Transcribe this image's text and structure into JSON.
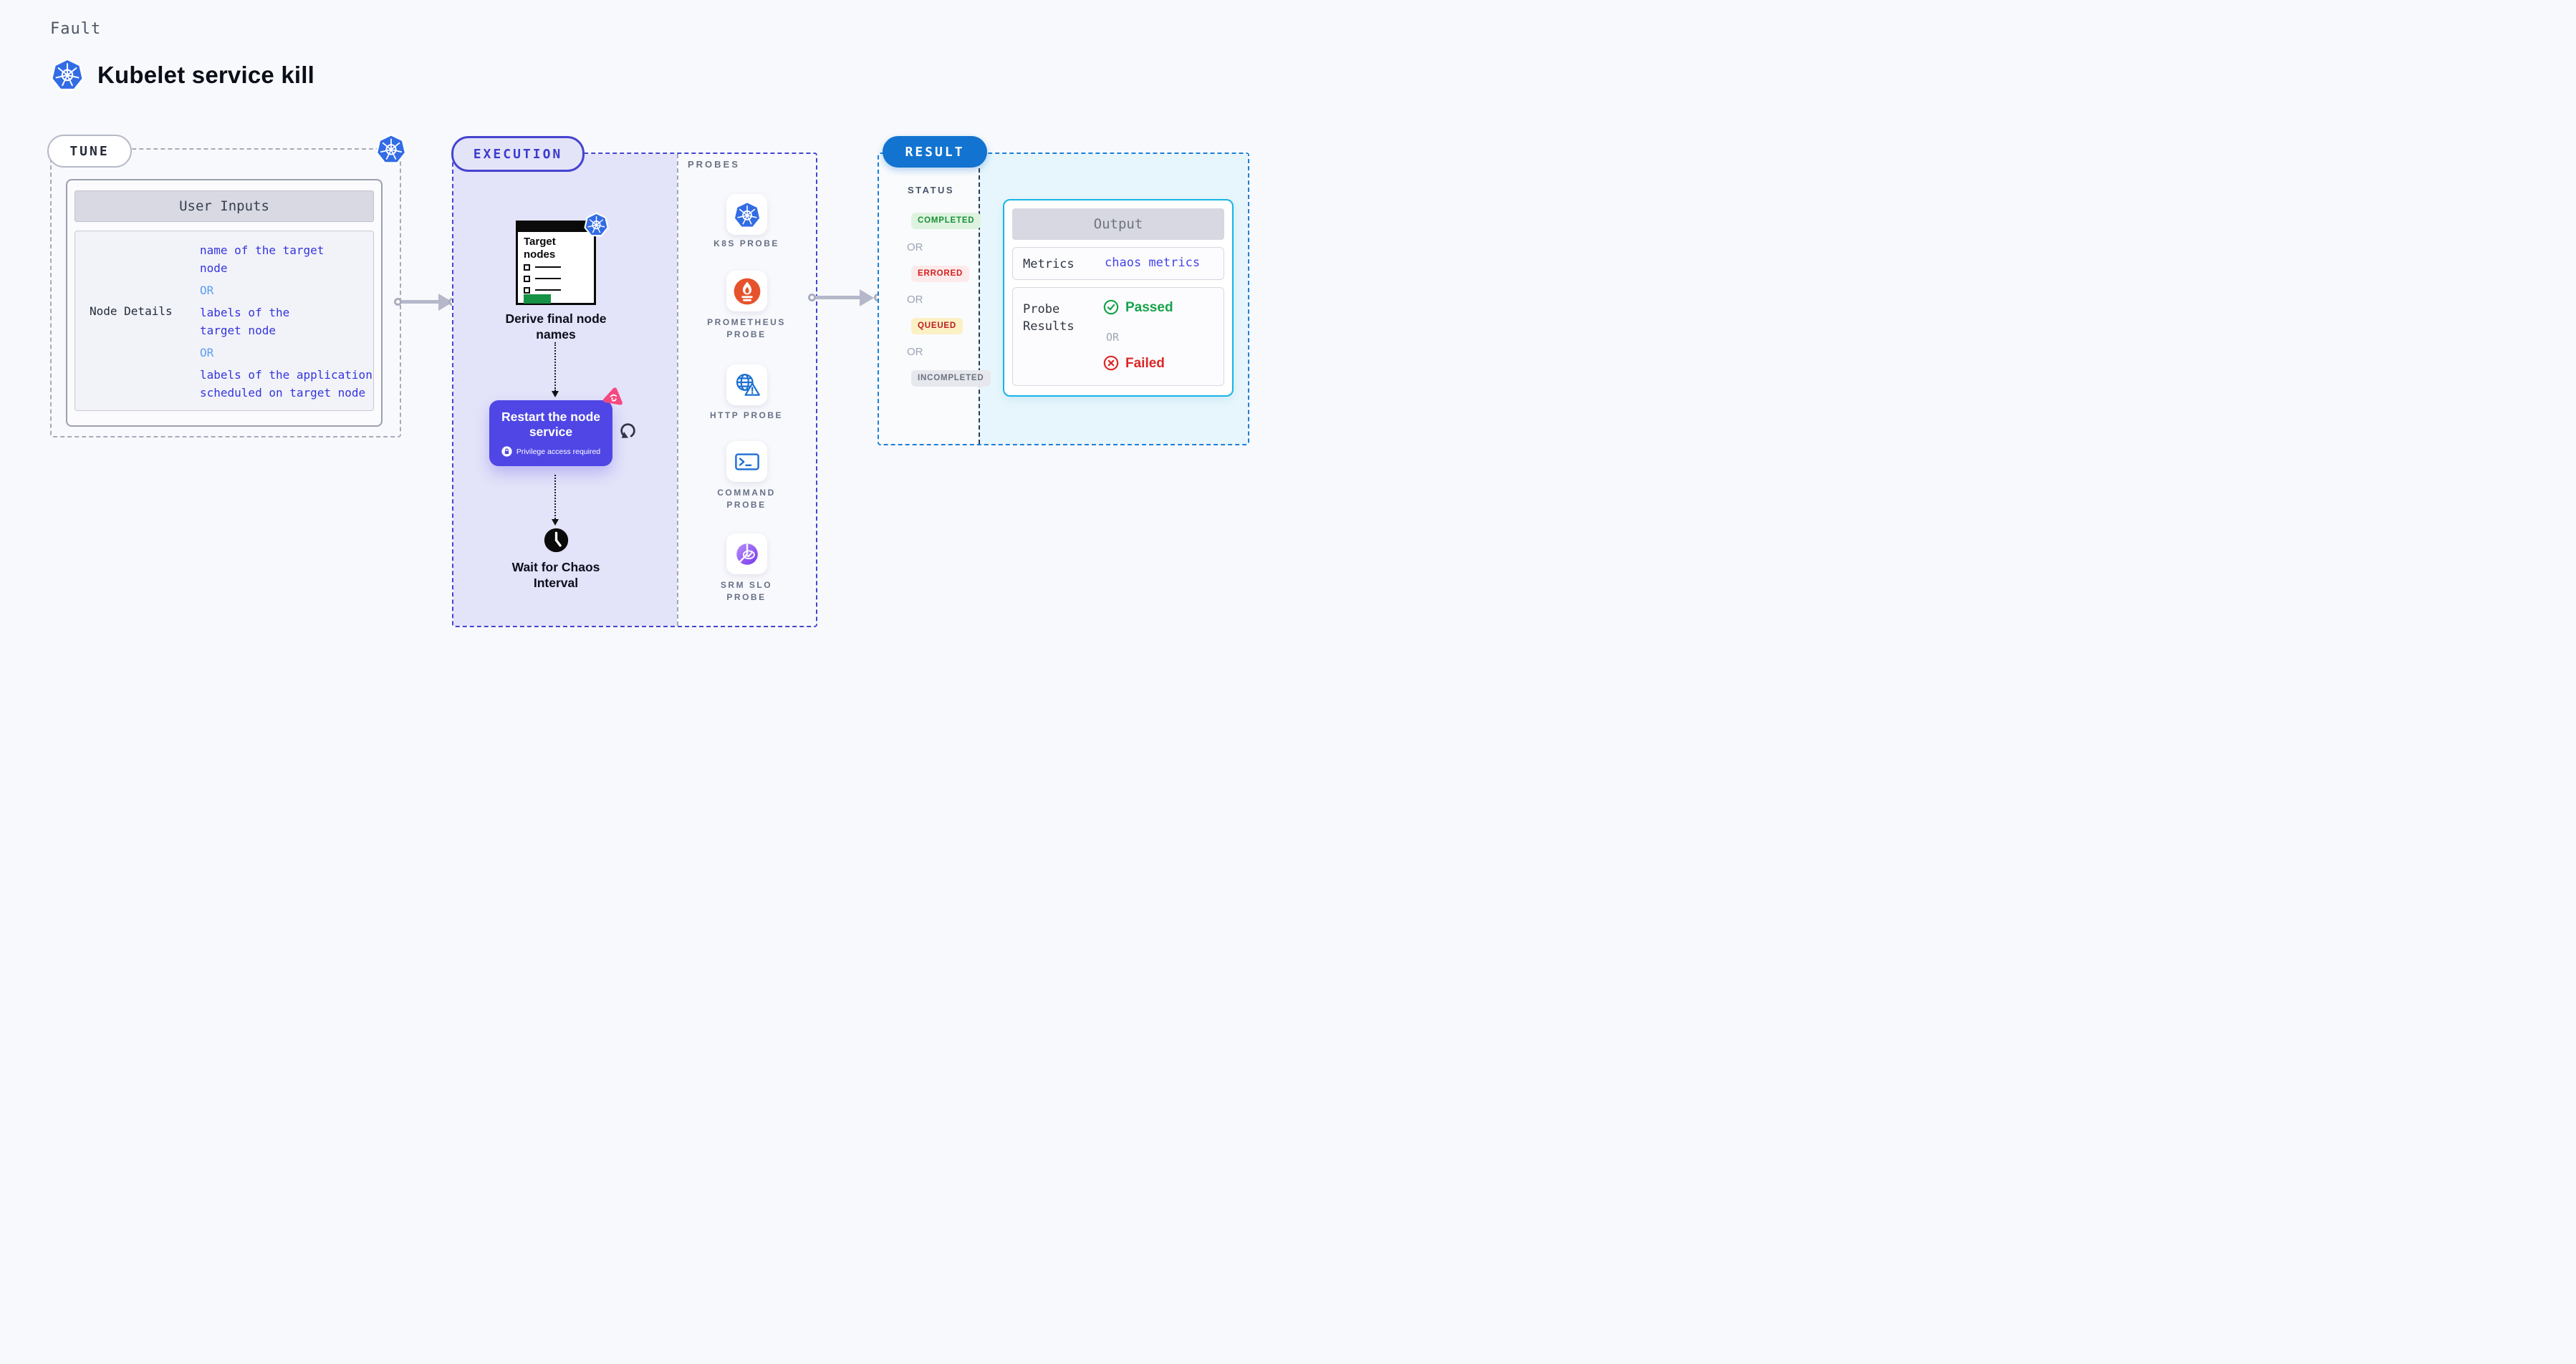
{
  "header": {
    "eyebrow": "Fault",
    "title": "Kubelet service kill"
  },
  "tune": {
    "label": "TUNE",
    "user_inputs": {
      "header": "User Inputs",
      "row_label": "Node Details",
      "value1": "name of the target\nnode",
      "or": "OR",
      "value2": "labels of the\ntarget node",
      "value3": "labels of the application\n scheduled on target node"
    }
  },
  "execution": {
    "label": "EXECUTION",
    "target_nodes_title": "Target\nnodes",
    "step_derive": "Derive final node\nnames",
    "action": {
      "title": "Restart the node\nservice",
      "badge": "Privilege access required"
    },
    "step_wait": "Wait for Chaos\nInterval",
    "probes": {
      "header": "PROBES",
      "items": [
        {
          "label": "K8S PROBE",
          "icon": "k8s-icon"
        },
        {
          "label": "PROMETHEUS PROBE",
          "icon": "prometheus-icon"
        },
        {
          "label": "HTTP PROBE",
          "icon": "http-icon"
        },
        {
          "label": "COMMAND PROBE",
          "icon": "command-icon"
        },
        {
          "label": "SRM SLO PROBE",
          "icon": "srm-slo-icon"
        }
      ]
    }
  },
  "result": {
    "label": "RESULT",
    "status": {
      "header": "STATUS",
      "or": "OR",
      "badges": [
        {
          "label": "COMPLETED",
          "fg": "#1b9038",
          "bg": "#ddf3df"
        },
        {
          "label": "ERRORED",
          "fg": "#d21f1f",
          "bg": "#fdeaea"
        },
        {
          "label": "QUEUED",
          "fg": "#b91c1c",
          "bg": "#fcf0c5"
        },
        {
          "label": "INCOMPLETED",
          "fg": "#6b7280",
          "bg": "#e7e8ee"
        }
      ]
    },
    "output": {
      "header": "Output",
      "metrics_label": "Metrics",
      "metrics_value": "chaos metrics",
      "probe_results_label": "Probe\nResults",
      "passed": "Passed",
      "or": "OR",
      "failed": "Failed"
    }
  },
  "colors": {
    "background": "#f8f9fc",
    "kubernetes_blue": "#326ce5",
    "execution_lavender": "#e3e3f9",
    "execution_border": "#4446d0",
    "result_blue": "#1273d0",
    "result_border": "#1d7fd8",
    "output_border": "#18b4e6",
    "action_indigo": "#4f46e5",
    "chaos_pink": "#f6497f",
    "prometheus_orange": "#e6522c",
    "probe_icon_blue": "#1b6fd2",
    "link_blue": "#3434dd",
    "passed_green": "#16a34a",
    "failed_red": "#dc2626"
  }
}
